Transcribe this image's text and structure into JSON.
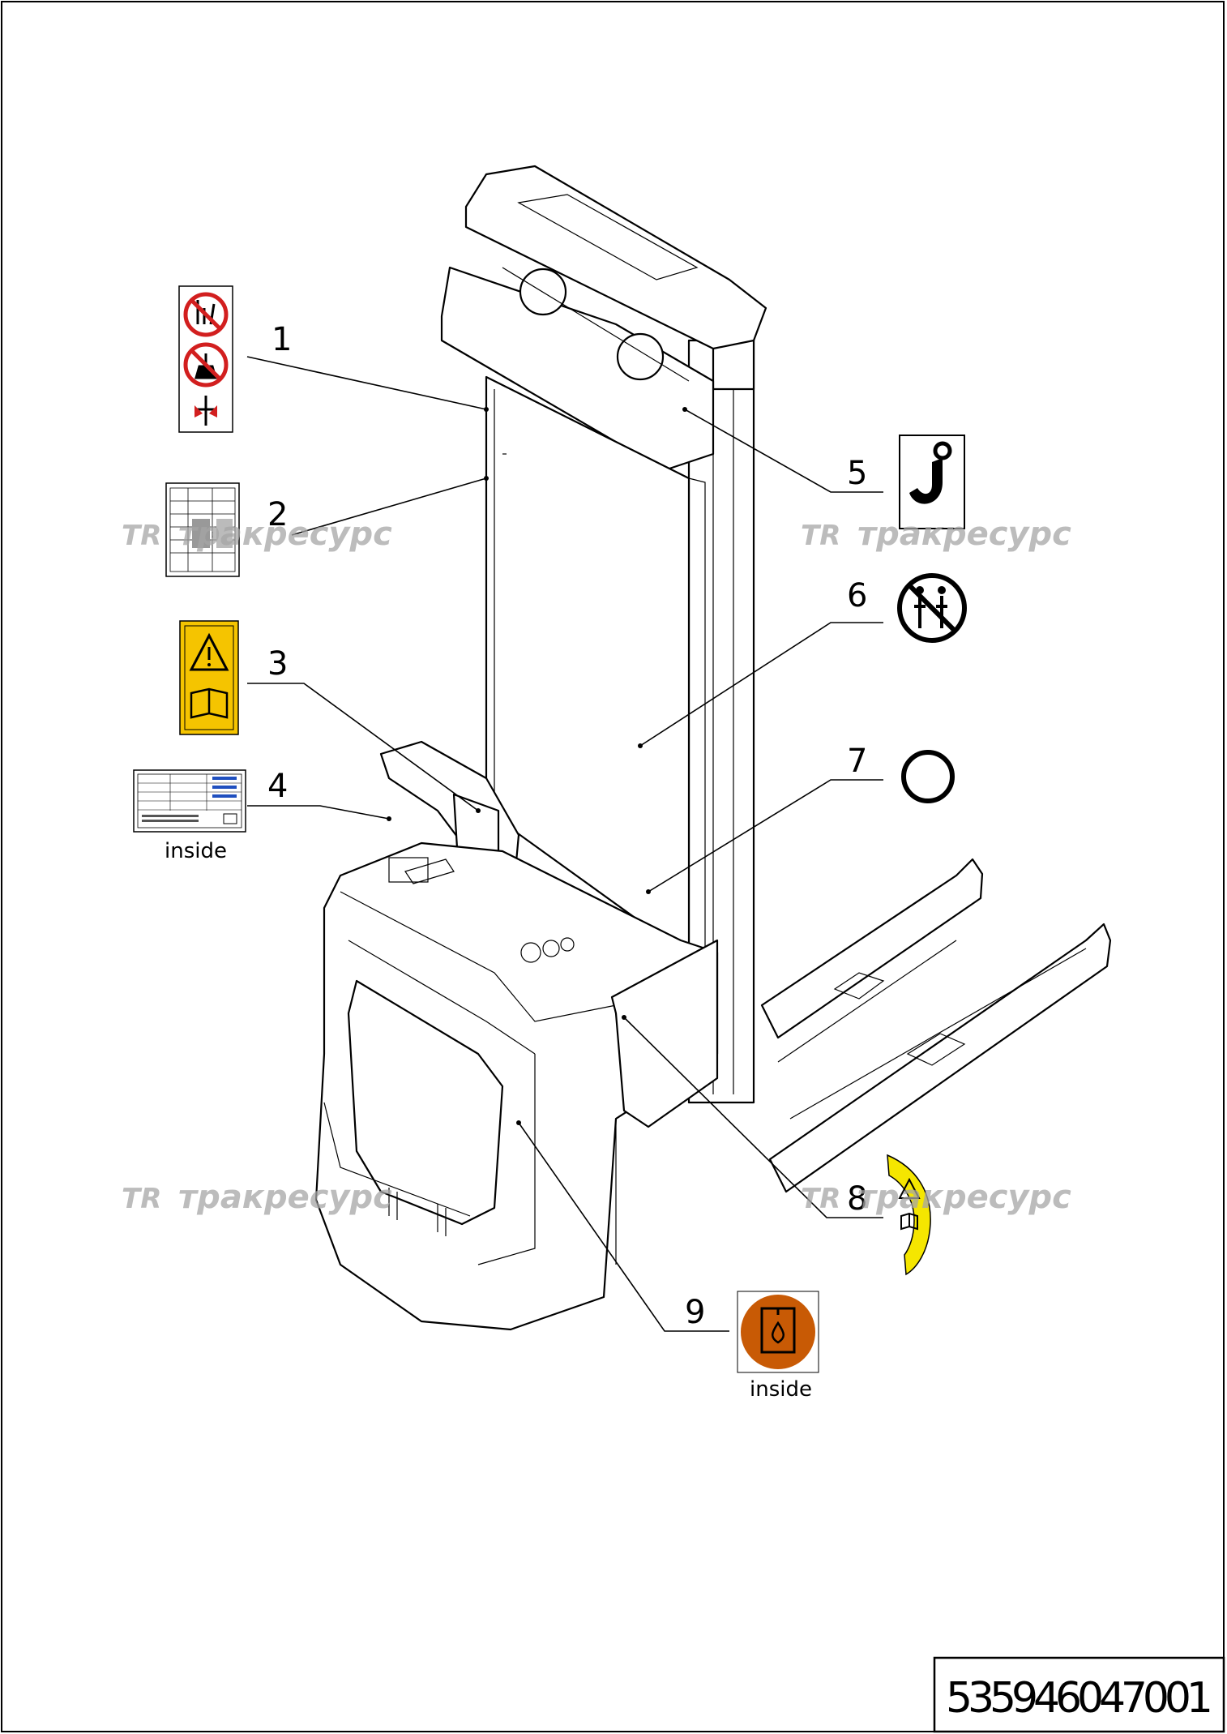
{
  "diagram": {
    "callouts": [
      "1",
      "2",
      "3",
      "4",
      "5",
      "6",
      "7",
      "8",
      "9"
    ],
    "inside_labels": [
      "inside",
      "inside"
    ],
    "watermarks": [
      "тракресурс",
      "тракресурс",
      "тракресурс",
      "тракресурс"
    ],
    "document_number": "535946047001"
  },
  "colors": {
    "warning_yellow": "#f5c400",
    "prohibition_red": "#d21f1f",
    "oil_orange": "#c85a05",
    "watermark_gray": "#a6a6a6"
  },
  "icons": [
    "no-standing-on-fork-icon",
    "load-chart-label-icon",
    "warning-read-manual-icon",
    "nameplate-icon",
    "hook-icon",
    "no-passengers-icon",
    "ring-icon",
    "curved-warning-manual-icon",
    "hydraulic-oil-icon"
  ]
}
